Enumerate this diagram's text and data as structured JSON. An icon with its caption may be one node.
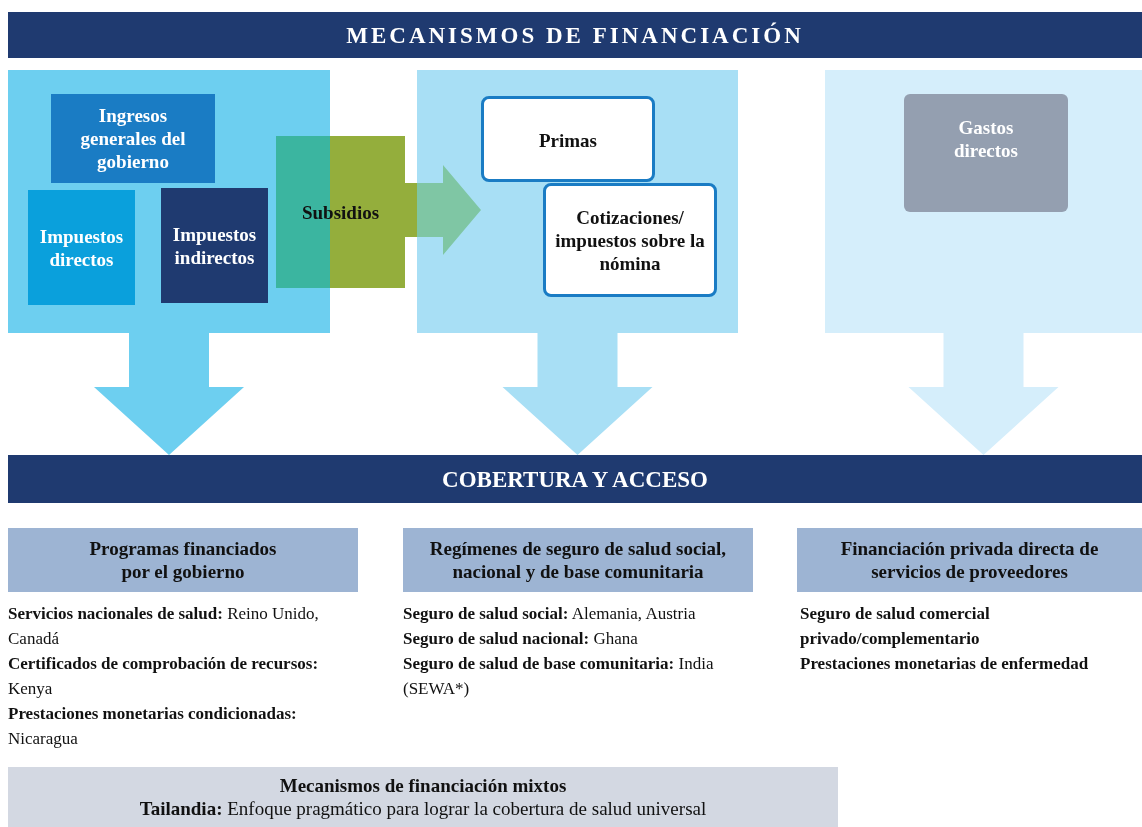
{
  "diagram": {
    "nodes": [
      {
        "text": [
          "MECANISMOS DE FINANCIACIÓN"
        ]
      },
      {
        "text": [],
        "shape": "box"
      },
      {
        "text": [
          "Ingresos generales del gobierno"
        ],
        "in": 1
      },
      {
        "text": [
          "Impuestos directos"
        ],
        "in": 1
      },
      {
        "text": [
          "Impuestos indirectos"
        ],
        "in": 1
      },
      {
        "text": [
          "Subsidios"
        ]
      },
      {
        "text": [],
        "shape": "box"
      },
      {
        "text": [
          "Primas"
        ],
        "in": 6
      },
      {
        "text": [
          "Cotizaciones/ impuestos sobre la nómina"
        ],
        "in": 6
      },
      {
        "text": [],
        "shape": "box"
      },
      {
        "text": [
          "Gastos directos"
        ],
        "in": 9
      },
      {
        "text": [
          "COBERTURA Y ACCESO"
        ]
      },
      {
        "text": [
          "Programas financiados por el gobierno"
        ],
        "beside": [
          "**Servicios nacionales de salud:** Reino Unido, Canadá",
          "**Certificados de comprobación de recursos:** Kenya",
          "**Prestaciones monetarias condicionadas:** Nicaragua"
        ]
      },
      {
        "text": [
          "Regímenes de seguro de salud social, nacional y de base comunitaria"
        ],
        "beside": [
          "**Seguro de salud social:** Alemania, Austria",
          "**Seguro de salud nacional:** Ghana",
          "**Seguro de salud de base comunitaria:** India (SEWA*)"
        ]
      },
      {
        "text": [
          "Financiación privada directa de servicios de proveedores"
        ],
        "beside": [
          "**Seguro de salud comercial privado/complementario**",
          "**Prestaciones monetarias de enfermedad**"
        ]
      },
      {
        "text": [
          "Mecanismos de financiación mixtos",
          "**Tailandia:** Enfoque pragmático para lograr la cobertura de salud universal"
        ]
      }
    ],
    "edges": [
      {
        "from": 5,
        "to": 7,
        "arrow": "to",
        "style": "thick",
        "color": "#94ae3c"
      },
      {
        "from": 1,
        "to": 11,
        "arrow": "to",
        "style": "thick",
        "color": "#6dcff0"
      },
      {
        "from": 6,
        "to": 11,
        "arrow": "to",
        "style": "thick",
        "color": "#a8dff5"
      },
      {
        "from": 9,
        "to": 11,
        "arrow": "to",
        "style": "thick",
        "color": "#d5eefb"
      }
    ]
  }
}
